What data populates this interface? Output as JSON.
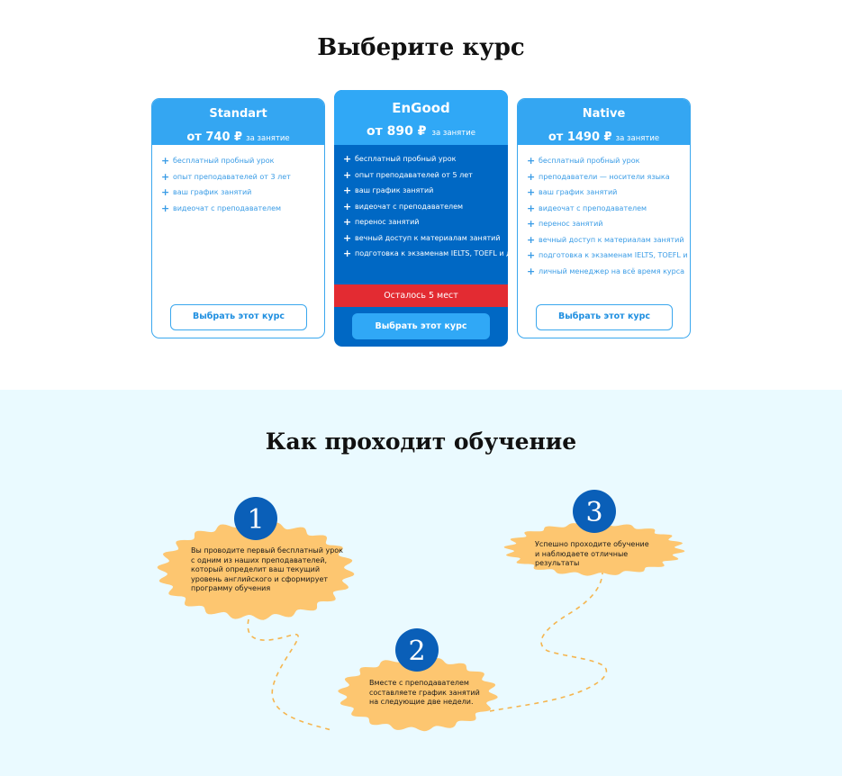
{
  "pricing": {
    "title": "Выберите курс",
    "cards": [
      {
        "name": "Standart",
        "price": "от 740 ₽",
        "per": "за занятие",
        "features": [
          "бесплатный пробный урок",
          "опыт преподавателей от 3 лет",
          "ваш график занятий",
          "видеочат с преподавателем"
        ],
        "button": "Выбрать этот курс"
      },
      {
        "name": "EnGood",
        "price": "от 890 ₽",
        "per": "за занятие",
        "features": [
          "бесплатный пробный урок",
          "опыт преподавателей от 5 лет",
          "ваш график занятий",
          "видеочат с преподавателем",
          "перенос занятий",
          "вечный доступ к материалам занятий",
          "подготовка к экзаменам IELTS, TOEFL и др."
        ],
        "banner": "Осталось 5 мест",
        "button": "Выбрать этот курс"
      },
      {
        "name": "Native",
        "price": "от 1490 ₽",
        "per": "за занятие",
        "features": [
          "бесплатный пробный урок",
          "преподаватели — носители языка",
          "ваш график занятий",
          "видеочат с преподавателем",
          "перенос занятий",
          "вечный доступ к материалам занятий",
          "подготовка к экзаменам IELTS, TOEFL и др.",
          "личный менеджер на всё время курса"
        ],
        "button": "Выбрать этот курс"
      }
    ],
    "feature_icon": "plus-icon"
  },
  "process": {
    "title": "Как проходит обучение",
    "steps": [
      {
        "number": "1",
        "lines": [
          "Вы проводите первый бесплатный урок",
          "с одним из наших преподавателей,",
          "который определит ваш текущий",
          "уровень английского и сформирует",
          "программу обучения"
        ]
      },
      {
        "number": "2",
        "lines": [
          "Вместе с преподавателем",
          "составляете график занятий",
          "на следующие две недели."
        ]
      },
      {
        "number": "3",
        "lines": [
          "Успешно проходите обучение",
          "и наблюдаете отличные результаты"
        ]
      }
    ]
  },
  "colors": {
    "accent": "#34a6f2",
    "primary_dark": "#0068c4",
    "banner_red": "#e32b32",
    "badge_yellow": "#fdc670",
    "section_bg": "#eafaff",
    "path_dashes": "#f5b54f"
  }
}
